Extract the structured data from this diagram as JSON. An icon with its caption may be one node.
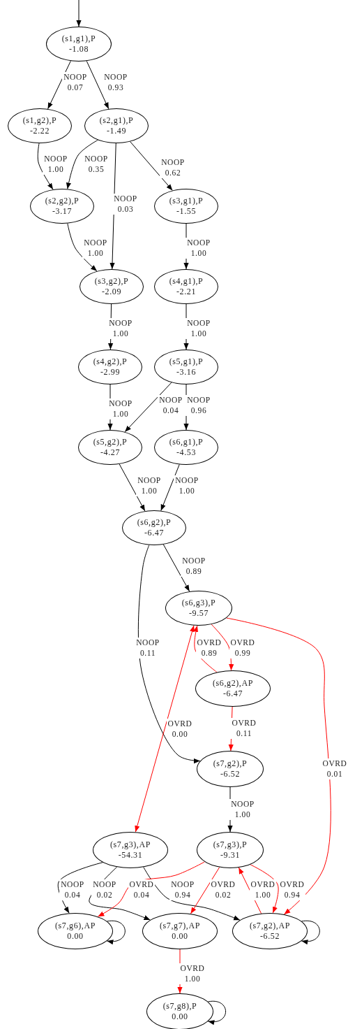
{
  "diagram": {
    "nodes": [
      {
        "text": [
          "(s1,g1),P",
          "-1.08"
        ]
      },
      {
        "text": [
          "(s1,g2),P",
          "-2.22"
        ]
      },
      {
        "text": [
          "(s2,g1),P",
          "-1.49"
        ]
      },
      {
        "text": [
          "(s2,g2),P",
          "-3.17"
        ]
      },
      {
        "text": [
          "(s3,g1),P",
          "-1.55"
        ]
      },
      {
        "text": [
          "(s3,g2),P",
          "-2.09"
        ]
      },
      {
        "text": [
          "(s4,g1),P",
          "-2.21"
        ]
      },
      {
        "text": [
          "(s4,g2),P",
          "-2.99"
        ]
      },
      {
        "text": [
          "(s5,g1),P",
          "-3.16"
        ]
      },
      {
        "text": [
          "(s5,g2),P",
          "-4.27"
        ]
      },
      {
        "text": [
          "(s6,g1),P",
          "-4.53"
        ]
      },
      {
        "text": [
          "(s6,g2),P",
          "-6.47"
        ]
      },
      {
        "text": [
          "(s6,g3),P",
          "-9.57"
        ]
      },
      {
        "text": [
          "(s6,g2),AP",
          "-6.47"
        ]
      },
      {
        "text": [
          "(s7,g2),P",
          "-6.52"
        ]
      },
      {
        "text": [
          "(s7,g3),AP",
          "-54.31"
        ]
      },
      {
        "text": [
          "(s7,g3),P",
          "-9.31"
        ]
      },
      {
        "text": [
          "(s7,g6),AP",
          "0.00"
        ]
      },
      {
        "text": [
          "(s7,g7),AP",
          "0.00"
        ]
      },
      {
        "text": [
          "(s7,g2),AP",
          "-6.52"
        ]
      },
      {
        "text": [
          "(s7,g8),P",
          "0.00"
        ]
      }
    ],
    "edges": [
      {
        "from": null,
        "to": 0,
        "arrow": "to"
      },
      {
        "from": 0,
        "to": 1,
        "arrow": "to",
        "label": "NOOP 0.07"
      },
      {
        "from": 0,
        "to": 2,
        "arrow": "to",
        "label": "NOOP 0.93"
      },
      {
        "from": 1,
        "to": 3,
        "arrow": "to",
        "label": "NOOP 1.00"
      },
      {
        "from": 2,
        "to": 3,
        "arrow": "to",
        "label": "NOOP 0.35"
      },
      {
        "from": 2,
        "to": 5,
        "arrow": "to",
        "label": "NOOP 0.03"
      },
      {
        "from": 2,
        "to": 4,
        "arrow": "to",
        "label": "NOOP 0.62"
      },
      {
        "from": 3,
        "to": 5,
        "arrow": "to",
        "label": "NOOP 1.00"
      },
      {
        "from": 4,
        "to": 6,
        "arrow": "to",
        "label": "NOOP 1.00"
      },
      {
        "from": 5,
        "to": 7,
        "arrow": "to",
        "label": "NOOP 1.00"
      },
      {
        "from": 6,
        "to": 8,
        "arrow": "to",
        "label": "NOOP 1.00"
      },
      {
        "from": 7,
        "to": 9,
        "arrow": "to",
        "label": "NOOP 1.00"
      },
      {
        "from": 8,
        "to": 9,
        "arrow": "to",
        "label": "NOOP 0.04"
      },
      {
        "from": 8,
        "to": 10,
        "arrow": "to",
        "label": "NOOP 0.96"
      },
      {
        "from": 9,
        "to": 11,
        "arrow": "to",
        "label": "NOOP 1.00"
      },
      {
        "from": 10,
        "to": 11,
        "arrow": "to",
        "label": "NOOP 1.00"
      },
      {
        "from": 11,
        "to": 12,
        "arrow": "to",
        "label": "NOOP 0.89"
      },
      {
        "from": 11,
        "to": 14,
        "arrow": "to",
        "label": "NOOP 0.11"
      },
      {
        "from": 13,
        "to": 12,
        "arrow": "to",
        "label": "OVRD 0.89",
        "color": "#ff0000"
      },
      {
        "from": 12,
        "to": 13,
        "arrow": "to",
        "label": "OVRD 0.99",
        "color": "#ff0000"
      },
      {
        "from": 12,
        "to": 19,
        "arrow": "to",
        "label": "OVRD 0.01",
        "color": "#ff0000"
      },
      {
        "from": 13,
        "to": 14,
        "arrow": "to",
        "label": "OVRD 0.11",
        "color": "#ff0000"
      },
      {
        "from": 15,
        "to": 12,
        "arrow": "both",
        "label": "OVRD 0.00",
        "color": "#ff0000"
      },
      {
        "from": 14,
        "to": 16,
        "arrow": "to",
        "label": "NOOP 1.00"
      },
      {
        "from": 15,
        "to": 17,
        "arrow": "to",
        "label": "NOOP 0.04"
      },
      {
        "from": 15,
        "to": 18,
        "arrow": "to",
        "label": "NOOP 0.02"
      },
      {
        "from": 15,
        "to": 19,
        "arrow": "to",
        "label": "NOOP 0.94"
      },
      {
        "from": 16,
        "to": 17,
        "arrow": "to",
        "label": "OVRD 0.04",
        "color": "#ff0000"
      },
      {
        "from": 16,
        "to": 18,
        "arrow": "to",
        "label": "OVRD 0.02",
        "color": "#ff0000"
      },
      {
        "from": 19,
        "to": 16,
        "arrow": "to",
        "label": "OVRD 1.00",
        "color": "#ff0000"
      },
      {
        "from": 16,
        "to": 19,
        "arrow": "to",
        "label": "OVRD 0.94",
        "color": "#ff0000"
      },
      {
        "from": 17,
        "to": 17,
        "arrow": "to"
      },
      {
        "from": 19,
        "to": 19,
        "arrow": "to"
      },
      {
        "from": 18,
        "to": 20,
        "arrow": "to",
        "label": "OVRD 1.00",
        "color": "#ff0000"
      },
      {
        "from": 20,
        "to": 20,
        "arrow": "to"
      }
    ]
  }
}
